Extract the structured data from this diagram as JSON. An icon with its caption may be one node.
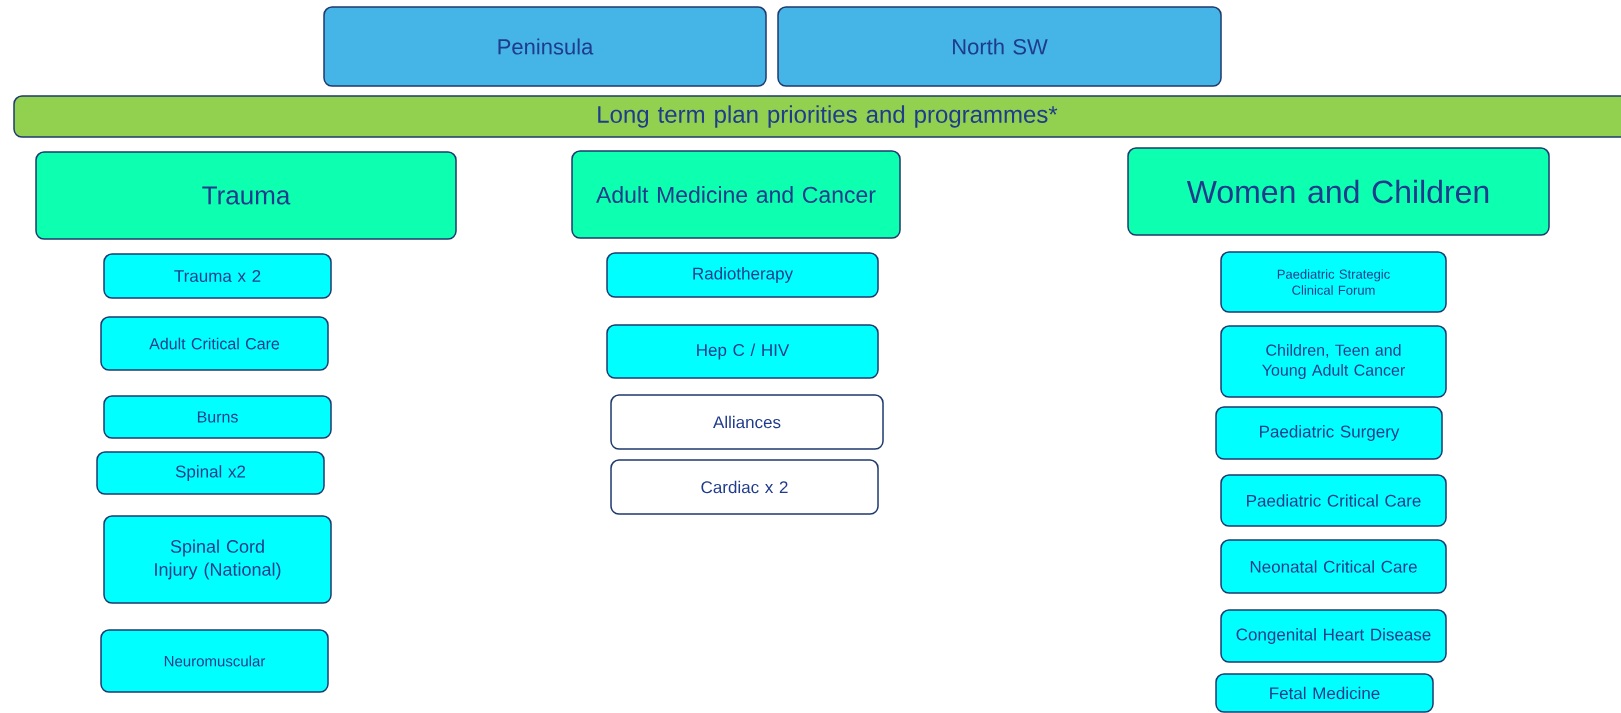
{
  "diagram": {
    "nodes": [
      {
        "text": [
          "Peninsula"
        ]
      },
      {
        "text": [
          "North SW"
        ]
      },
      {
        "text": [
          "Long term plan priorities and programmes*"
        ]
      },
      {
        "text": [
          "Trauma"
        ]
      },
      {
        "text": [
          "Adult Medicine and Cancer"
        ]
      },
      {
        "text": [
          "Women and Children"
        ]
      },
      {
        "text": [
          "Trauma x 2"
        ]
      },
      {
        "text": [
          "Adult Critical Care"
        ]
      },
      {
        "text": [
          "Burns"
        ]
      },
      {
        "text": [
          "Spinal x2"
        ]
      },
      {
        "text": [
          "Spinal Cord Injury (National)"
        ]
      },
      {
        "text": [
          "Neuromuscular"
        ]
      },
      {
        "text": [
          "Radiotherapy"
        ]
      },
      {
        "text": [
          "Hep C / HIV"
        ]
      },
      {
        "text": [
          "Alliances"
        ]
      },
      {
        "text": [
          "Cardiac x 2"
        ]
      },
      {
        "text": [
          "Paediatric Strategic Clinical Forum"
        ]
      },
      {
        "text": [
          "Children, Teen and Young Adult Cancer"
        ]
      },
      {
        "text": [
          "Paediatric Surgery"
        ]
      },
      {
        "text": [
          "Paediatric Critical Care"
        ]
      },
      {
        "text": [
          "Neonatal Critical Care"
        ]
      },
      {
        "text": [
          "Congenital Heart Disease"
        ]
      },
      {
        "text": [
          "Fetal Medicine"
        ]
      }
    ]
  }
}
